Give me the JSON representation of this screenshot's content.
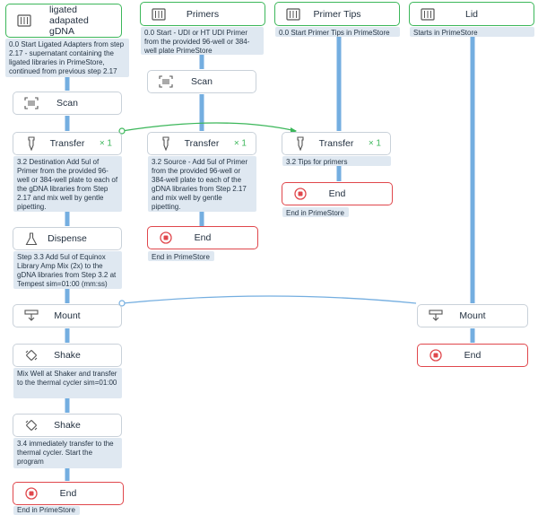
{
  "colors": {
    "wire": "#74aee0",
    "start": "#3cb75a",
    "end": "#e0474c",
    "desc_bg": "#dfe8f1"
  },
  "col1": {
    "start": {
      "label": "ligated adapated gDNA",
      "icon": "plate-icon",
      "desc": "0.0 Start Ligated Adapters from step 2.17 - supernatant containing the ligated libraries in PrimeStore, continued from previous step 2.17"
    },
    "scan": {
      "label": "Scan",
      "icon": "barcode-scan-icon"
    },
    "transfer": {
      "label": "Transfer",
      "count": "× 1",
      "icon": "pipette-icon",
      "desc": "3.2 Destination Add 5ul of Primer from the provided 96-well or 384-well plate to each of the gDNA libraries from Step 2.17 and mix well by gentle pipetting."
    },
    "dispense": {
      "label": "Dispense",
      "icon": "flask-icon",
      "desc": "Step 3.3 Add 5ul of Equinox Library Amp Mix (2x) to the gDNA libraries from Step 3.2 at Tempest sim=01:00 (mm:ss)"
    },
    "mount": {
      "label": "Mount",
      "icon": "mount-icon"
    },
    "shake1": {
      "label": "Shake",
      "icon": "shake-icon",
      "desc": "Mix Well at Shaker and transfer to the thermal cycler sim=01:00"
    },
    "shake2": {
      "label": "Shake",
      "icon": "shake-icon",
      "desc": "3.4 immediately transfer to the thermal cycler. Start the program"
    },
    "end": {
      "label": "End",
      "icon": "stop-icon",
      "desc": "End in PrimeStore"
    }
  },
  "col2": {
    "start": {
      "label": "Primers",
      "icon": "plate-icon",
      "desc": "0.0 Start - UDI or HT UDI Primer from the provided 96-well or 384-well plate PrimeStore"
    },
    "scan": {
      "label": "Scan",
      "icon": "barcode-scan-icon"
    },
    "transfer": {
      "label": "Transfer",
      "count": "× 1",
      "icon": "pipette-icon",
      "desc": "3.2 Source - Add 5ul of Primer from the provided 96-well or 384-well plate to each of the gDNA libraries from Step 2.17 and mix well by gentle pipetting."
    },
    "end": {
      "label": "End",
      "icon": "stop-icon",
      "desc": "End in PrimeStore"
    }
  },
  "col3": {
    "start": {
      "label": "Primer Tips",
      "icon": "plate-icon",
      "desc": "0.0 Start Primer Tips in PrimeStore"
    },
    "transfer": {
      "label": "Transfer",
      "count": "× 1",
      "icon": "pipette-icon",
      "desc": "3.2 Tips for primers"
    },
    "end": {
      "label": "End",
      "icon": "stop-icon",
      "desc": "End in PrimeStore"
    }
  },
  "col4": {
    "start": {
      "label": "Lid",
      "icon": "plate-icon",
      "desc": "Starts in PrimeStore"
    },
    "mount": {
      "label": "Mount",
      "icon": "mount-icon"
    },
    "end": {
      "label": "End",
      "icon": "stop-icon"
    }
  }
}
